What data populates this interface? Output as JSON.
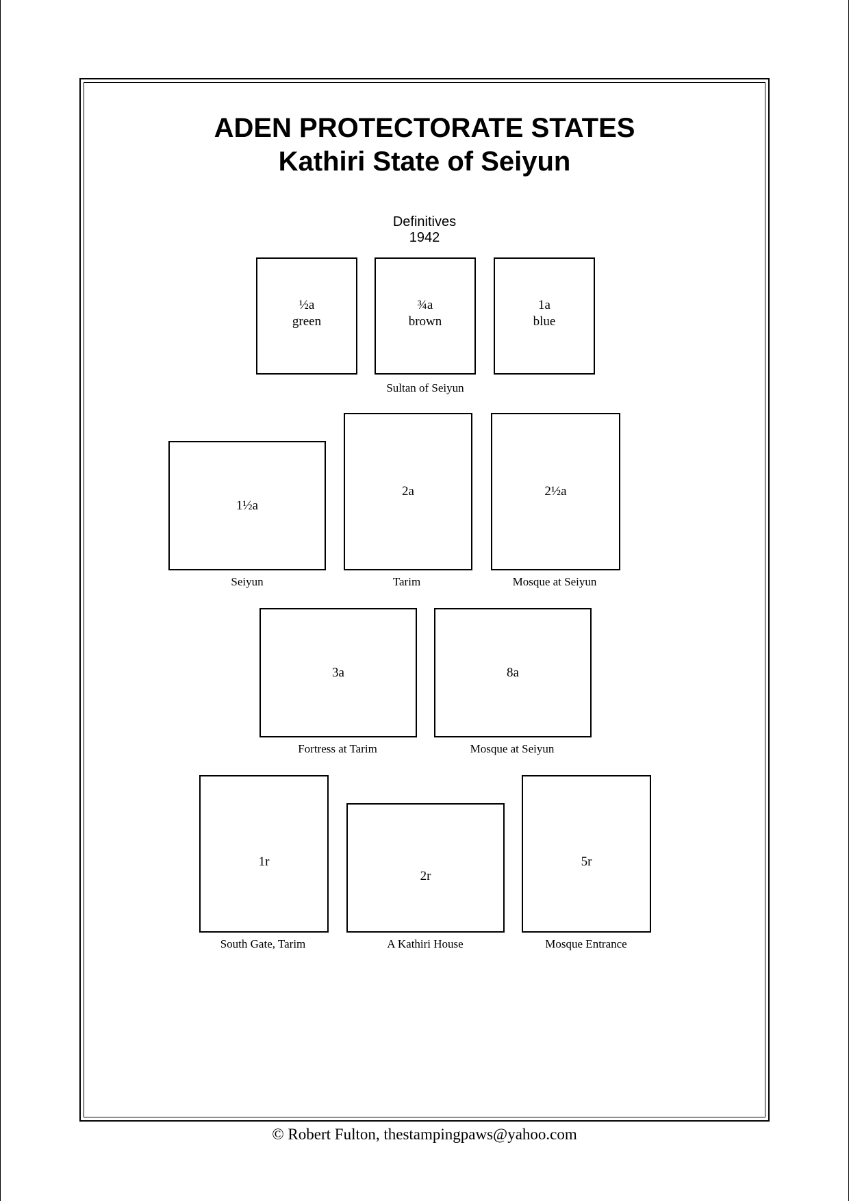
{
  "header": {
    "title_line1": "ADEN PROTECTORATE STATES",
    "title_line2": "Kathiri State of Seiyun",
    "section": "Definitives",
    "year": "1942"
  },
  "stamps": {
    "half_a": {
      "value": "½a",
      "color": "green"
    },
    "three_quarter_a": {
      "value": "¾a",
      "color": "brown"
    },
    "one_a": {
      "value": "1a",
      "color": "blue"
    },
    "one_half_a": {
      "value": "1½a"
    },
    "two_a": {
      "value": "2a"
    },
    "two_half_a": {
      "value": "2½a"
    },
    "three_a": {
      "value": "3a"
    },
    "eight_a": {
      "value": "8a"
    },
    "one_r": {
      "value": "1r"
    },
    "two_r": {
      "value": "2r"
    },
    "five_r": {
      "value": "5r"
    }
  },
  "captions": {
    "row1": "Sultan of Seiyun",
    "seiyun": "Seiyun",
    "tarim": "Tarim",
    "mosque_seiyun_1": "Mosque at Seiyun",
    "fortress_tarim": "Fortress at Tarim",
    "mosque_seiyun_2": "Mosque at Seiyun",
    "south_gate": "South Gate, Tarim",
    "kathiri_house": "A Kathiri House",
    "mosque_entrance": "Mosque Entrance"
  },
  "footer": {
    "copyright": "© Robert Fulton, thestampingpaws@yahoo.com"
  }
}
